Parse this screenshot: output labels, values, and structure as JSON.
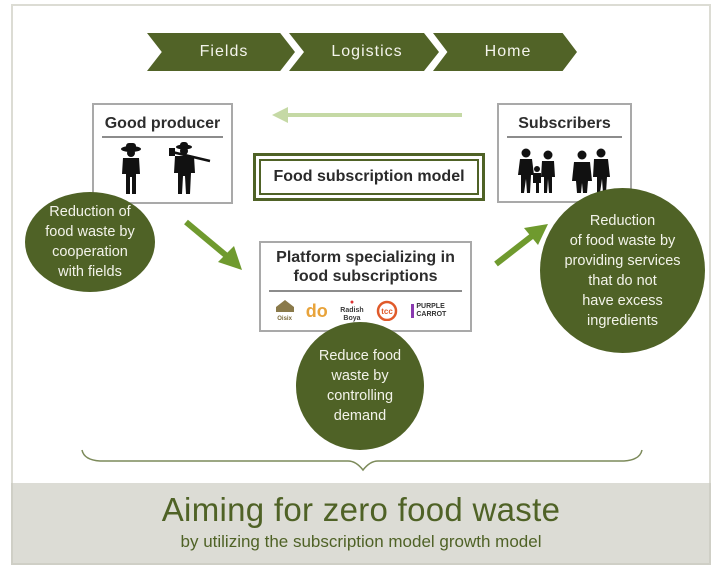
{
  "flow_steps": [
    {
      "label": "Fields"
    },
    {
      "label": "Logistics"
    },
    {
      "label": "Home"
    }
  ],
  "producer_box": {
    "title": "Good producer",
    "icon": "farmer-silhouettes-icon"
  },
  "subscribers_box": {
    "title": "Subscribers",
    "icon": "family-silhouettes-icon"
  },
  "model_box": {
    "title": "Food subscription model"
  },
  "platform_box": {
    "title_line1": "Platform specializing in",
    "title_line2": "food subscriptions",
    "logos": [
      {
        "label": "Oisix",
        "color": "#7a6a3a"
      },
      {
        "label": "do",
        "color": "#e8a33a"
      },
      {
        "label": "Radish Boya",
        "color": "#3a3a3a"
      },
      {
        "label": "tcc",
        "color": "#e05a2a"
      },
      {
        "label": "PURPLE CARROT",
        "color": "#333333"
      }
    ]
  },
  "circles": {
    "left": "Reduction of\nfood waste by\ncooperation\nwith fields",
    "center": "Reduce food\nwaste by\ncontrolling\ndemand",
    "right": "Reduction\nof food waste by\nproviding services\nthat do not\nhave excess\ningredients"
  },
  "footer": {
    "title": "Aiming for zero food waste",
    "subtitle": "by utilizing the subscription model growth model"
  },
  "colors": {
    "primary_green": "#516327",
    "arrow_green": "#6f9a2e",
    "light_arrow_green": "#c5d9a5",
    "footer_bg": "#dcdcd5"
  }
}
